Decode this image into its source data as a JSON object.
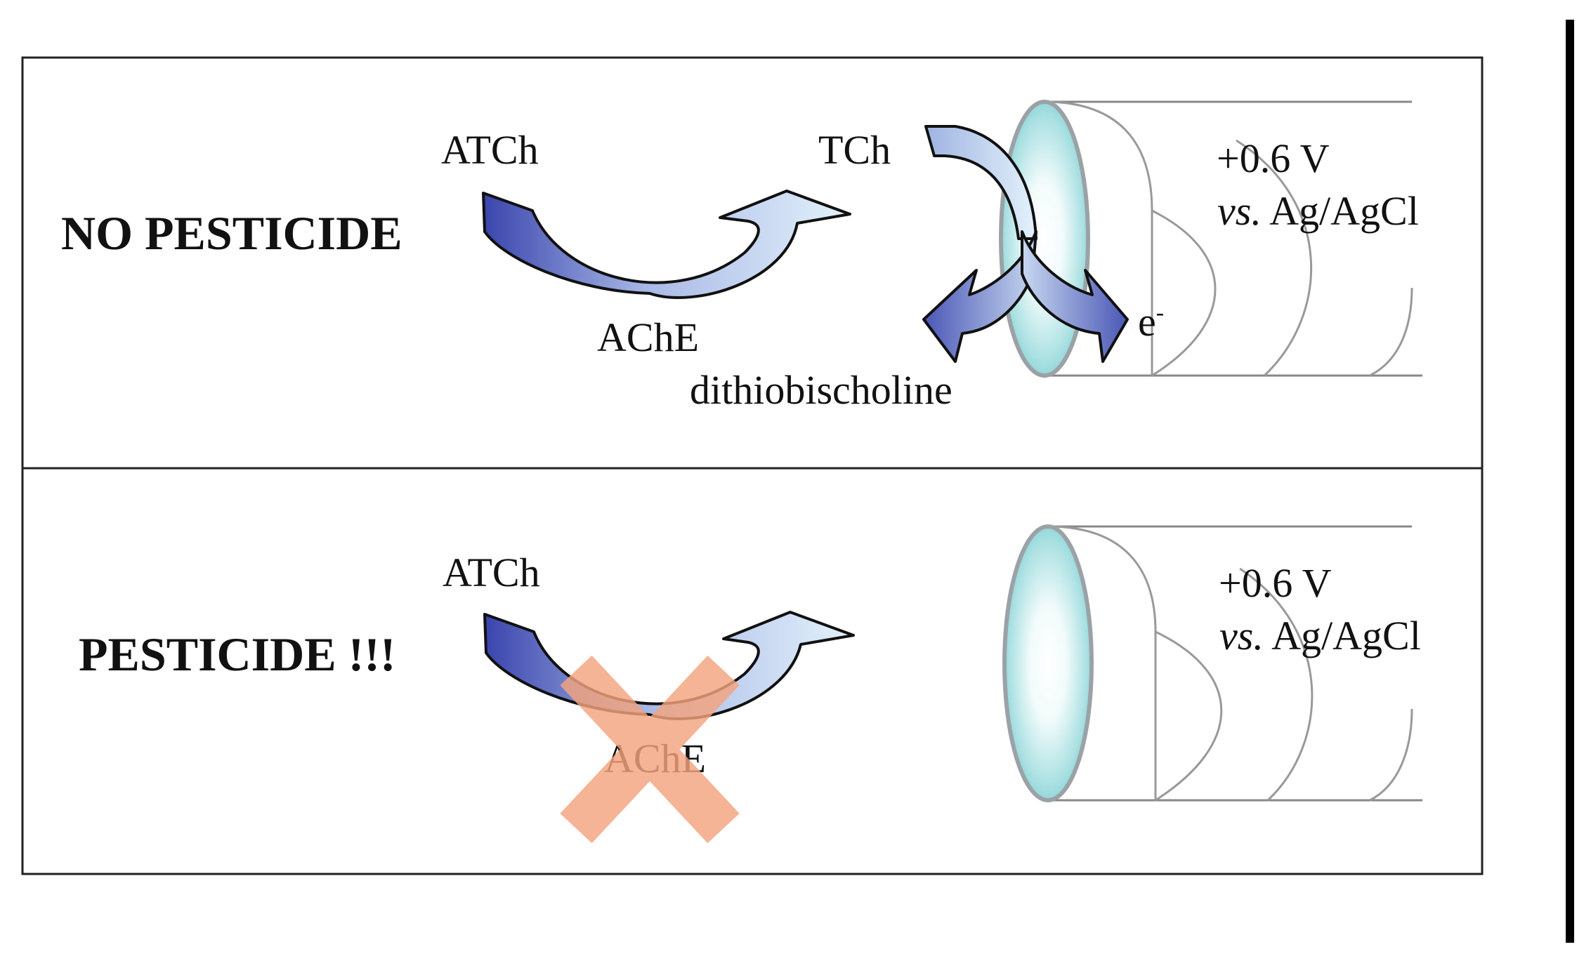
{
  "top_panel": {
    "condition": "NO PESTICIDE",
    "substrate": "ATCh",
    "product": "TCh",
    "enzyme": "AChE",
    "oxidation_product": "dithiobischoline",
    "electron": "e",
    "electron_sup": "-",
    "potential": "+0.6 V",
    "reference_prefix": "vs.",
    "reference": " Ag/AgCl"
  },
  "bottom_panel": {
    "condition": "PESTICIDE !!!",
    "substrate": "ATCh",
    "enzyme": "AChE",
    "potential": "+0.6 V",
    "reference_prefix": "vs.",
    "reference": " Ag/AgCl"
  },
  "colors": {
    "arrow_dark": "#4a55b8",
    "arrow_light": "#d8eef8",
    "electrode_face": "#7fd0d4",
    "cross": "#f4a47e"
  }
}
